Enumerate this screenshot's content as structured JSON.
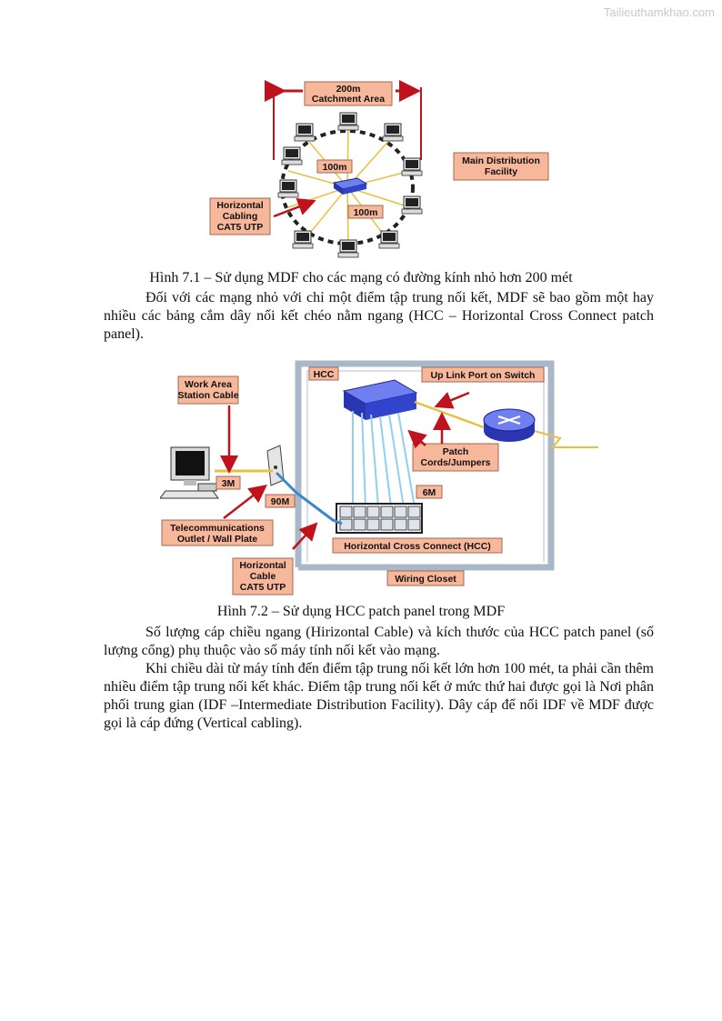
{
  "watermark": "Tailieuthamkhao.com",
  "figure1": {
    "labels": {
      "catchment_line1": "200m",
      "catchment_line2": "Catchment Area",
      "radius_upper": "100m",
      "radius_lower": "100m",
      "mdf_line1": "Main Distribution",
      "mdf_line2": "Facility",
      "cable_line1": "Horizontal",
      "cable_line2": "Cabling",
      "cable_line3": "CAT5 UTP"
    },
    "caption": "Hình 7.1 – Sử dụng MDF cho các mạng có đường kính nhỏ hơn 200 mét"
  },
  "para1": "Đối với các mạng nhỏ với chỉ một điểm tập trung nối kết, MDF sẽ bao gồm một hay nhiều các bảng cắm dây nối kết chéo nằm ngang (HCC – Horizontal Cross Connect patch panel).",
  "figure2": {
    "labels": {
      "work_area_line1": "Work Area",
      "work_area_line2": "Station Cable",
      "hcc": "HCC",
      "uplink": "Up Link Port on Switch",
      "patch_line1": "Patch",
      "patch_line2": "Cords/Jumpers",
      "len_3m": "3M",
      "len_90m": "90M",
      "len_6m": "6M",
      "telecom_line1": "Telecommunications",
      "telecom_line2": "Outlet / Wall Plate",
      "hcc_full": "Horizontal Cross Connect (HCC)",
      "hcable_line1": "Horizontal",
      "hcable_line2": "Cable",
      "hcable_line3": "CAT5 UTP",
      "wiring_closet": "Wiring Closet"
    },
    "caption": "Hình 7.2 – Sử dụng HCC patch panel trong MDF"
  },
  "para2": "Số lượng cáp chiều ngang (Hirizontal Cable) và kích thước của HCC patch panel (số lượng cổng) phụ thuộc vào số máy tính nối kết vào mạng.",
  "para3": "Khi chiều dài từ máy tính đến điểm tập trung nối kết lớn hơn 100 mét, ta phải cần thêm nhiều điểm tập trung nối kết khác. Điểm tập trung nối kết ở mức thứ hai được gọi là Nơi phân phối trung gian (IDF –Intermediate Distribution Facility). Dây cáp để nối IDF về MDF được gọi là cáp đứng (Vertical cabling).",
  "colors": {
    "label_fill": "#f7b79a",
    "arrow": "#c0121c",
    "closet": "#a9b8c8",
    "switch": "#3344cc",
    "cable": "#e8c040"
  }
}
